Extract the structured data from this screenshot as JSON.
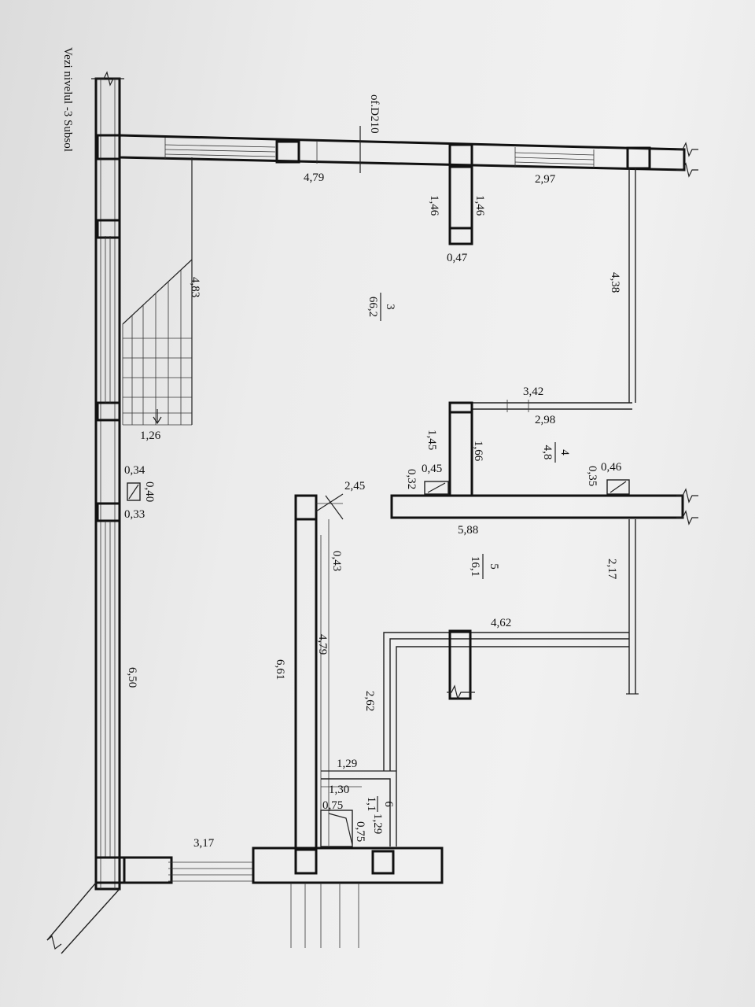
{
  "sheet": {
    "note": "Vezi nivelul -3 Subsol",
    "ref": "of.D210"
  },
  "rooms": [
    {
      "id": "room-3",
      "number": "3",
      "area": "66,2"
    },
    {
      "id": "room-4",
      "number": "4",
      "area": "4,8"
    },
    {
      "id": "room-5",
      "number": "5",
      "area": "16,1"
    },
    {
      "id": "room-6",
      "number": "6",
      "area": "1,1"
    }
  ],
  "dimensions": {
    "d_4_79_top": "4,79",
    "d_2_97": "2,97",
    "d_1_46_a": "1,46",
    "d_1_46_b": "1,46",
    "d_0_47": "0,47",
    "d_4_38": "4,38",
    "d_4_83": "4,83",
    "d_1_26": "1,26",
    "d_3_42": "3,42",
    "d_2_98": "2,98",
    "d_1_45": "1,45",
    "d_1_66": "1,66",
    "d_0_45": "0,45",
    "d_0_32": "0,32",
    "d_0_46": "0,46",
    "d_0_35": "0,35",
    "d_0_34": "0,34",
    "d_0_40": "0,40",
    "d_0_33": "0,33",
    "d_2_45": "2,45",
    "d_5_88": "5,88",
    "d_0_43": "0,43",
    "d_2_17": "2,17",
    "d_4_62": "4,62",
    "d_4_79_mid": "4,79",
    "d_6_61": "6,61",
    "d_6_50": "6,50",
    "d_2_62": "2,62",
    "d_1_29_a": "1,29",
    "d_1_30": "1,30",
    "d_0_75_a": "0,75",
    "d_1_29_b": "1,29",
    "d_0_75_b": "0,75",
    "d_3_17": "3,17"
  },
  "colors": {
    "paper": "#eeeeee",
    "ink": "#111111"
  }
}
